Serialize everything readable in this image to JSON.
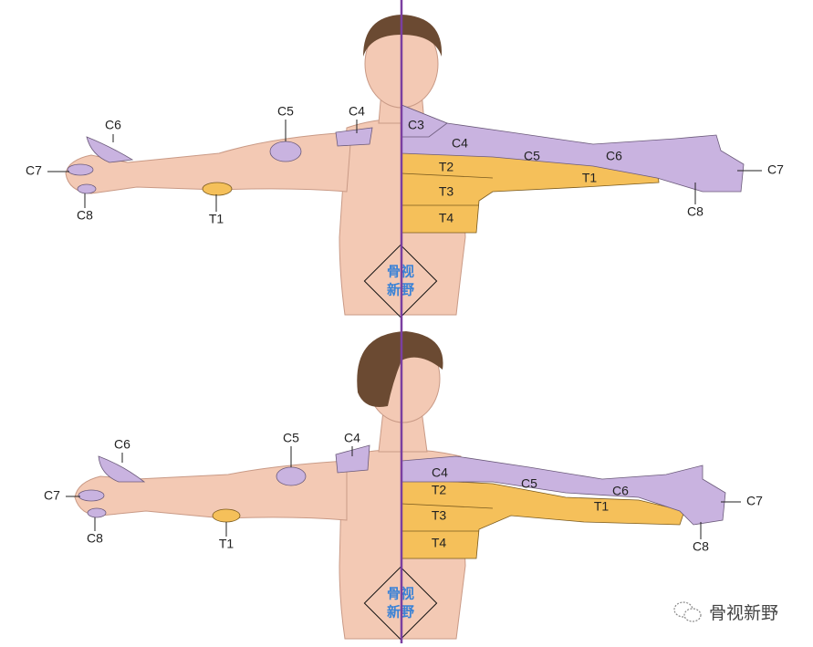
{
  "top_figure": {
    "left_labels": [
      "C6",
      "C7",
      "C8",
      "T1",
      "C5",
      "C4"
    ],
    "right_labels": [
      "C3",
      "C4",
      "C5",
      "C6",
      "C7",
      "T2",
      "T1",
      "T3",
      "T4",
      "C8"
    ]
  },
  "bottom_figure": {
    "left_labels": [
      "C6",
      "C7",
      "C8",
      "T1",
      "C5",
      "C4"
    ],
    "right_labels": [
      "C4",
      "C5",
      "C6",
      "T2",
      "T1",
      "T3",
      "T4",
      "C7",
      "C8"
    ]
  },
  "watermark": {
    "line1": "骨视",
    "line2": "新野"
  },
  "brand": {
    "icon": "wechat-icon",
    "text": "骨视新野"
  },
  "colors": {
    "midline": "#7b3fa0",
    "dermatome_cervical": "#c9b3e0",
    "dermatome_thoracic": "#f5c05a",
    "skin": "#f3c9b4"
  }
}
